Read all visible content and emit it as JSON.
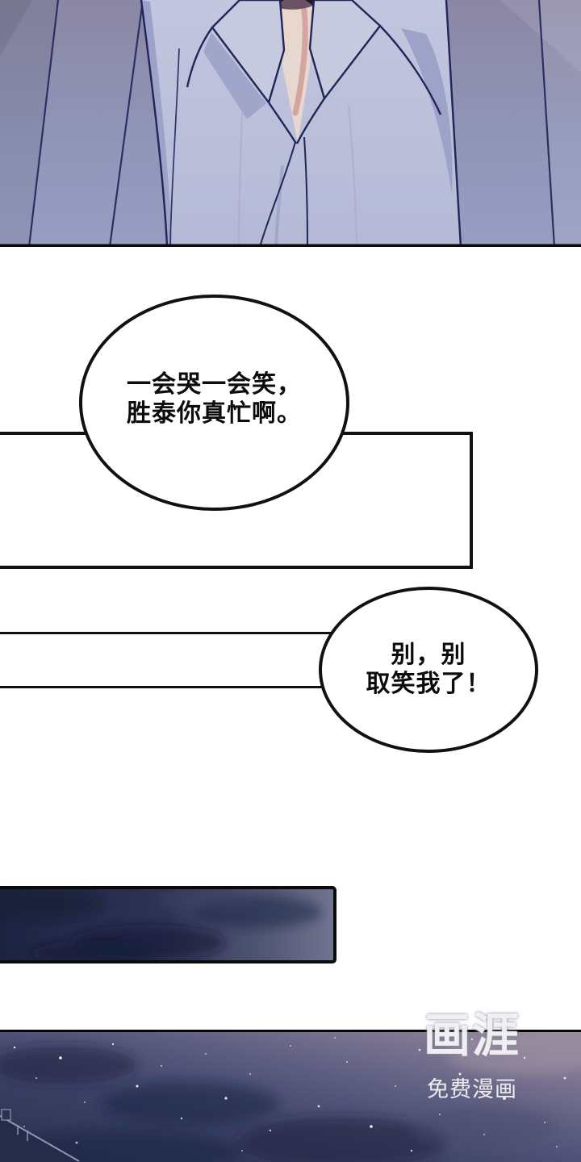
{
  "page": {
    "background": "#ffffff"
  },
  "bubbles": [
    {
      "line1": "一会哭一会笑，",
      "line2": "胜泰你真忙啊。"
    },
    {
      "line1": "别，别",
      "line2": "取笑我了！"
    }
  ],
  "watermark": {
    "logo": "画涯",
    "caption": "免费漫画"
  },
  "colors": {
    "panel_bg_top": "#8b87a4",
    "panel_bg_bottom": "#989dc2",
    "ray_line_navy": "#2a3061",
    "shirt": "#bcc1db",
    "shirt_shadow": "#9ca2c8",
    "outline_navy": "#202657",
    "skin": "#e8d7cf",
    "skin_shadow": "#d09c96",
    "chin_shadow": "#5e4558",
    "bubble_fill": "#ffffff",
    "bubble_border": "#111111",
    "frame_border": "#111111",
    "strip_dark": "#1c2342",
    "strip_light": "#71748f",
    "night_dark": "#272e4e",
    "night_mauve": "#9a8c9e",
    "building": "#252c49",
    "building_edge": "#9096ac",
    "star": "#ffffff",
    "panel_border_black": "#0a0a0a"
  }
}
